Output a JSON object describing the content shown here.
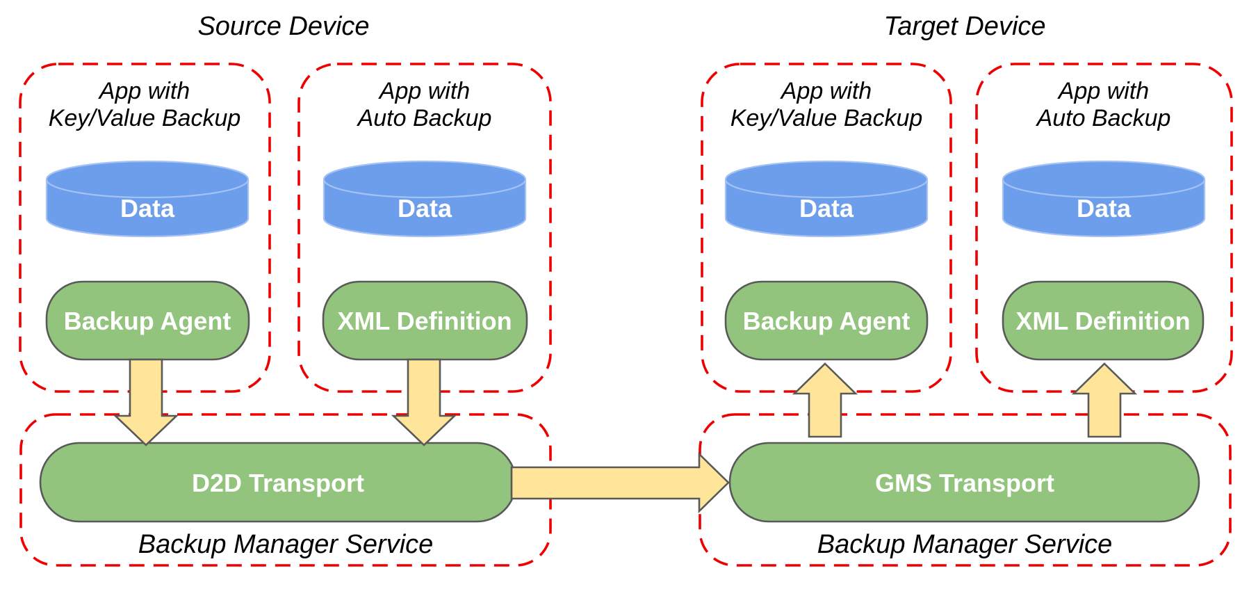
{
  "colors": {
    "boundary_red": "#ee0000",
    "component_green": "#93c47d",
    "cylinder_blue": "#6d9eeb",
    "cylinder_rim_blue": "#a4c2f4",
    "arrow_yellow": "#ffe599",
    "shape_stroke_gray": "#595959",
    "label_white": "#ffffff",
    "label_black": "#000000"
  },
  "source_device": {
    "title": "Source Device",
    "apps": [
      {
        "title_line1": "App with",
        "title_line2": "Key/Value Backup",
        "database_label": "Data",
        "component_label": "Backup Agent"
      },
      {
        "title_line1": "App with",
        "title_line2": "Auto Backup",
        "database_label": "Data",
        "component_label": "XML Definition"
      }
    ],
    "service": {
      "transport_label": "D2D Transport",
      "name": "Backup Manager Service"
    }
  },
  "target_device": {
    "title": "Target Device",
    "apps": [
      {
        "title_line1": "App with",
        "title_line2": "Key/Value Backup",
        "database_label": "Data",
        "component_label": "Backup Agent"
      },
      {
        "title_line1": "App with",
        "title_line2": "Auto Backup",
        "database_label": "Data",
        "component_label": "XML Definition"
      }
    ],
    "service": {
      "transport_label": "GMS Transport",
      "name": "Backup Manager Service"
    }
  },
  "flows": [
    {
      "from": "Backup Agent",
      "to": "D2D Transport",
      "direction": "down"
    },
    {
      "from": "XML Definition",
      "to": "D2D Transport",
      "direction": "down"
    },
    {
      "from": "D2D Transport",
      "to": "GMS Transport",
      "direction": "right"
    },
    {
      "from": "GMS Transport",
      "to": "Backup Agent",
      "direction": "up"
    },
    {
      "from": "GMS Transport",
      "to": "XML Definition",
      "direction": "up"
    }
  ]
}
